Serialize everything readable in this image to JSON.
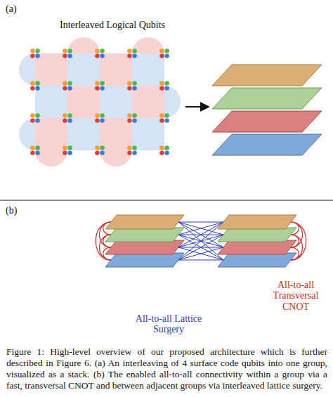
{
  "diagram": {
    "caption": "Figure 1: High-level overview of our proposed architecture which is further described in Figure 6. (a) An interleaving of 4 surface code qubits into one group, visualized as a stack. (b) The enabled all-to-all connectivity within a group via a fast, transversal CNOT and between adjacent groups via interleaved lattice surgery.",
    "labels": [
      "(a)",
      "Interleaved Logical Qubits",
      "(b)",
      "All-to-all Transversal CNOT",
      "All-to-all Lattice Surgery"
    ]
  }
}
